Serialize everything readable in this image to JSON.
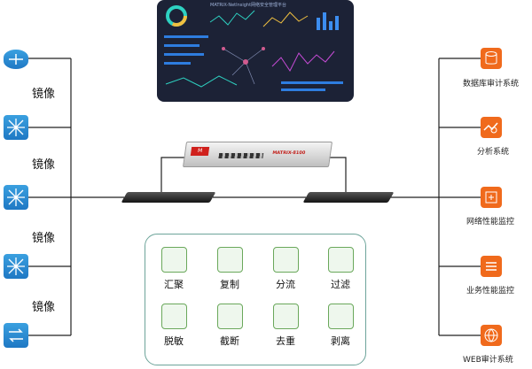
{
  "left_labels": [
    "镜像",
    "镜像",
    "镜像",
    "镜像"
  ],
  "right_systems": [
    "数据库审计系统",
    "分析系统",
    "网络性能监控",
    "业务性能监控",
    "WEB审计系统"
  ],
  "functions": [
    "汇聚",
    "复制",
    "分流",
    "过滤",
    "脱敏",
    "截断",
    "去重",
    "剥离"
  ],
  "screen_title": "MATRIX-NetInsight网络安全管理平台",
  "device_brand": "MATRIX-8100",
  "colors": {
    "node_blue": "#2a8ad4",
    "system_orange": "#f06a1c",
    "panel_green": "#6da49a"
  }
}
